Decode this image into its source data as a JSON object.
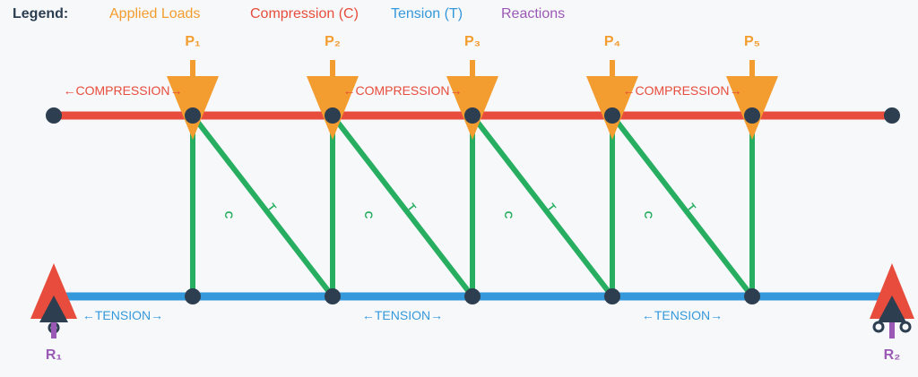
{
  "legend": {
    "title": "Legend:",
    "items": [
      {
        "label": "Applied Loads",
        "color": "#f39c2f"
      },
      {
        "label": "Compression (C)",
        "color": "#e74c3c"
      },
      {
        "label": "Tension (T)",
        "color": "#3498db"
      },
      {
        "label": "Reactions",
        "color": "#9b59b6"
      }
    ]
  },
  "colors": {
    "compression": "#e74c3c",
    "tension": "#3498db",
    "web": "#27ae60",
    "load": "#f39c2f",
    "reaction": "#9b59b6",
    "node": "#2c3e50",
    "support": "#e74c3c"
  },
  "loads": [
    "P₁",
    "P₂",
    "P₃",
    "P₄",
    "P₅"
  ],
  "top_chord_labels": [
    "←COMPRESSION→",
    "←COMPRESSION→",
    "←COMPRESSION→"
  ],
  "bottom_chord_labels": [
    "←TENSION→",
    "←TENSION→",
    "←TENSION→"
  ],
  "vertical_member_labels": [
    "C",
    "C",
    "C",
    "C"
  ],
  "diagonal_member_labels": [
    "T",
    "T",
    "T",
    "T"
  ],
  "reactions": [
    "R₁",
    "R₂"
  ]
}
